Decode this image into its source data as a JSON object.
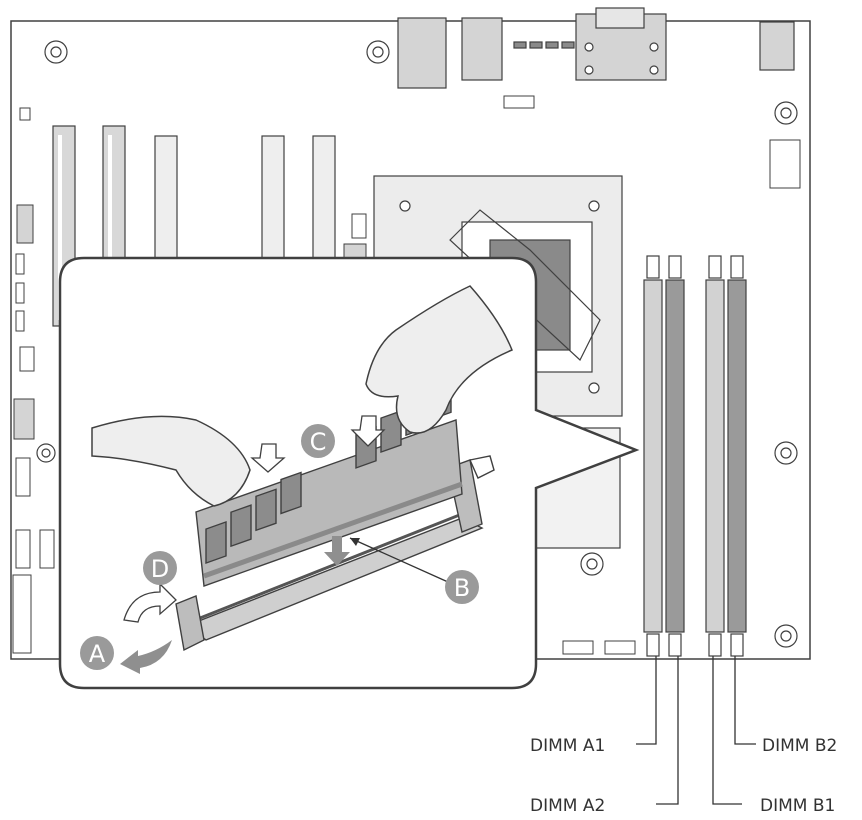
{
  "colors": {
    "board": "#ffffff",
    "outline": "#404040",
    "callout_badge": "#9a9a9a",
    "dimm_light": "#d2d2d2",
    "dimm_dark": "#9a9a9a",
    "heatsink": "#e9e9e9",
    "hand": "#eeeeee",
    "module": "#b9b9b9",
    "chip": "#8c8c8c",
    "arrow": "#8f8f8f"
  },
  "steps": {
    "a": "A",
    "b": "B",
    "c": "C",
    "d": "D"
  },
  "dimm_labels": {
    "a1": "DIMM A1",
    "a2": "DIMM A2",
    "b1": "DIMM B1",
    "b2": "DIMM B2"
  },
  "icons": [
    "hand-icon",
    "memory-module-icon",
    "latch-icon",
    "push-down-arrow-icon",
    "rotate-arrow-icon"
  ]
}
